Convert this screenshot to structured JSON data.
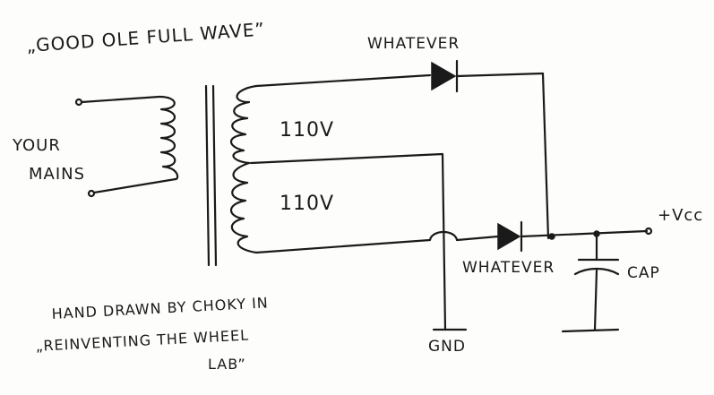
{
  "diagram": {
    "title": "„GOOD OLE FULL WAVE”",
    "labels": {
      "mains_line1": "YOUR",
      "mains_line2": "MAINS",
      "upper_winding": "110V",
      "lower_winding": "110V",
      "diode_top": "WHATEVER",
      "diode_bottom": "WHATEVER",
      "output": "+Vcc",
      "capacitor": "CAP",
      "ground": "GND"
    },
    "credit": {
      "line1": "HAND DRAWN BY CHOKY IN",
      "line2": "„REINVENTING THE WHEEL",
      "line3": "LAB”"
    },
    "colors": {
      "ink": "#1a1a1a",
      "paper": "#fdfdfb"
    }
  }
}
